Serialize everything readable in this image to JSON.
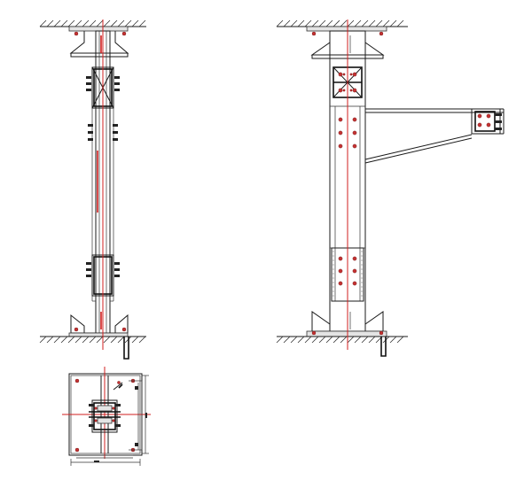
{
  "drawing": {
    "views": [
      {
        "id": "side-elevation",
        "parts": [
          "top-ceiling",
          "base-floor",
          "upper-splice",
          "lower-splice",
          "anchor-bolt"
        ]
      },
      {
        "id": "front-elevation",
        "parts": [
          "top-ceiling",
          "base-floor",
          "upper-splice",
          "bracket-arm",
          "lower-splice",
          "anchor-bolt"
        ]
      },
      {
        "id": "base-plate-plan",
        "parts": [
          "base-plate",
          "column-section",
          "dimension-lines"
        ]
      }
    ],
    "colors": {
      "line": "#1a1a1a",
      "centerline": "#d21f1f",
      "bolt": "#c43232",
      "fill": "#e4e4e4"
    }
  }
}
